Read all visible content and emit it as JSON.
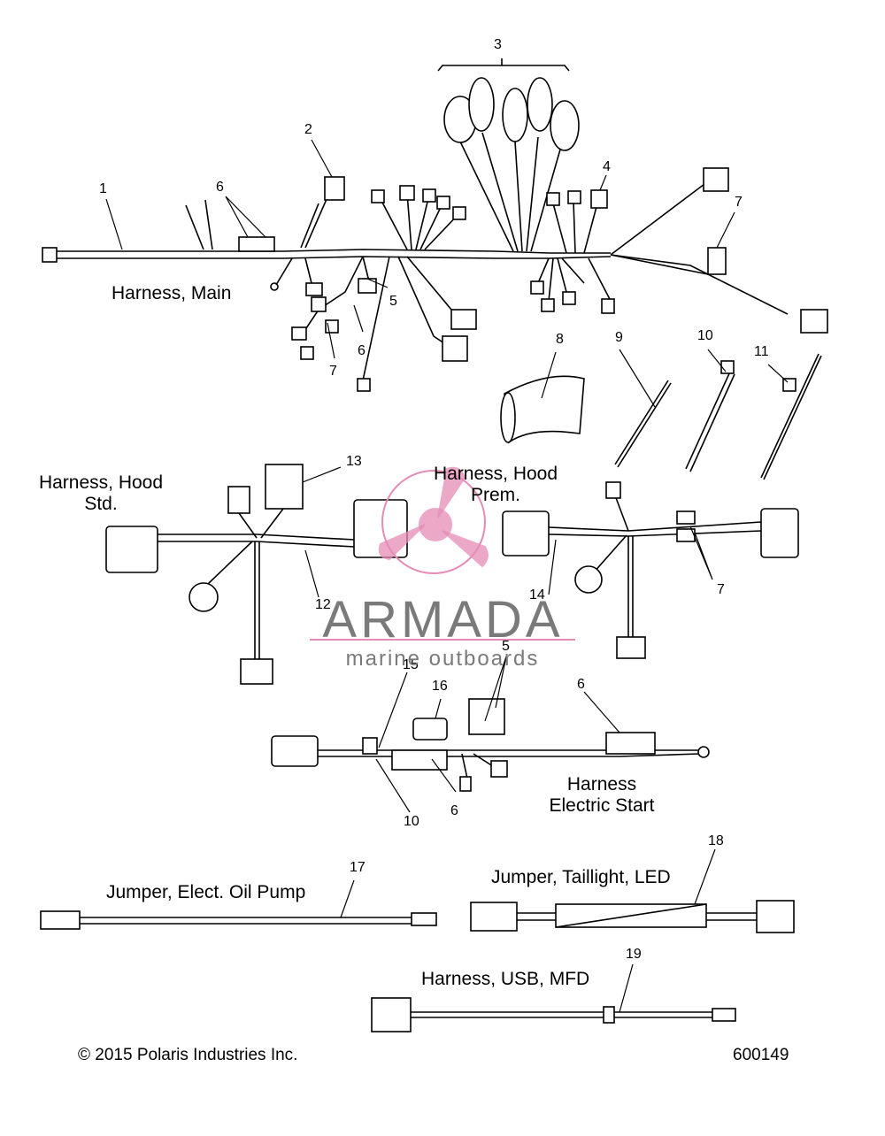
{
  "labels": {
    "harness_main": "Harness, Main",
    "hood_std_1": "Harness, Hood",
    "hood_std_2": "Std.",
    "hood_prem_1": "Harness, Hood",
    "hood_prem_2": "Prem.",
    "electric_start_1": "Harness",
    "electric_start_2": "Electric Start",
    "oil_pump": "Jumper, Elect. Oil Pump",
    "taillight": "Jumper, Taillight, LED",
    "usb": "Harness, USB, MFD"
  },
  "callouts": [
    "1",
    "2",
    "3",
    "4",
    "5",
    "6",
    "7",
    "8",
    "9",
    "10",
    "11",
    "12",
    "13",
    "14",
    "15",
    "16",
    "17",
    "18",
    "19"
  ],
  "watermark": {
    "brand": "ARMADA",
    "tagline": "marine outboards",
    "accent": "#e58cb5",
    "text_color": "#7a7a7a"
  },
  "footer": {
    "copyright": "© 2015 Polaris Industries Inc.",
    "figure_id": "600149"
  }
}
